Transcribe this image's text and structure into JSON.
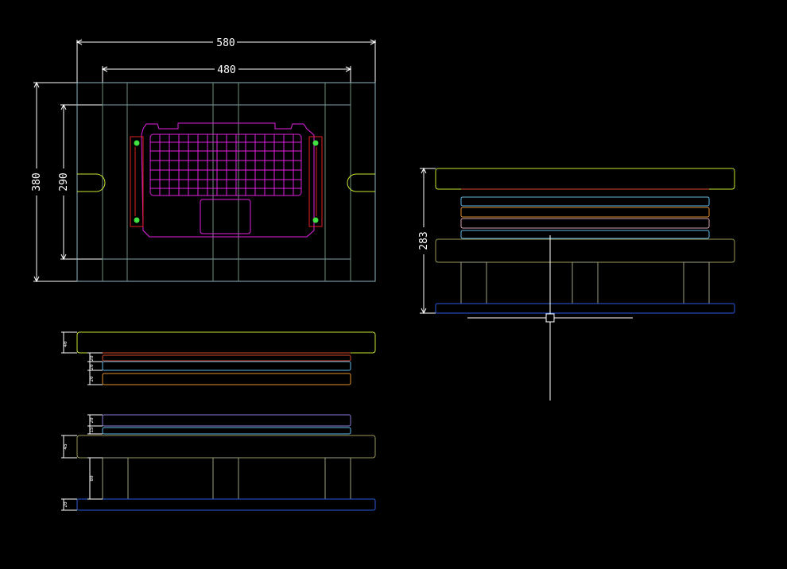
{
  "drawing": {
    "top_view": {
      "dim_overall_width": "580",
      "dim_inner_width": "480",
      "dim_overall_height": "380",
      "dim_inner_height": "290"
    },
    "front_view": {
      "dim_height": "283"
    },
    "side_view_upper": {
      "dim_top_plate": "40",
      "dim_plate_1": "20",
      "dim_plate_2": "20",
      "dim_plate_3": "20"
    },
    "side_view_lower": {
      "dim_plate_a": "20",
      "dim_plate_b": "15",
      "dim_base_plate": "45",
      "dim_legs": "80",
      "dim_bottom_plate": "20"
    }
  },
  "colors": {
    "background": "#000000",
    "white": "#ffffff",
    "outer_frame": "#8fb3c2",
    "yellow_plate": "#c8e632",
    "olive_plate": "#9a9a5a",
    "red_plate": "#d24a2a",
    "cyan_plate": "#5fb7e8",
    "orange_plate": "#e0902a",
    "pink_plate": "#d8a0b0",
    "blue_plate": "#2a5ad8",
    "purple_plate": "#8a7ad8",
    "legs": "#a0a080",
    "keyboard": "#e020e0",
    "red_guide": "#e02020",
    "green_pin": "#40e040"
  }
}
